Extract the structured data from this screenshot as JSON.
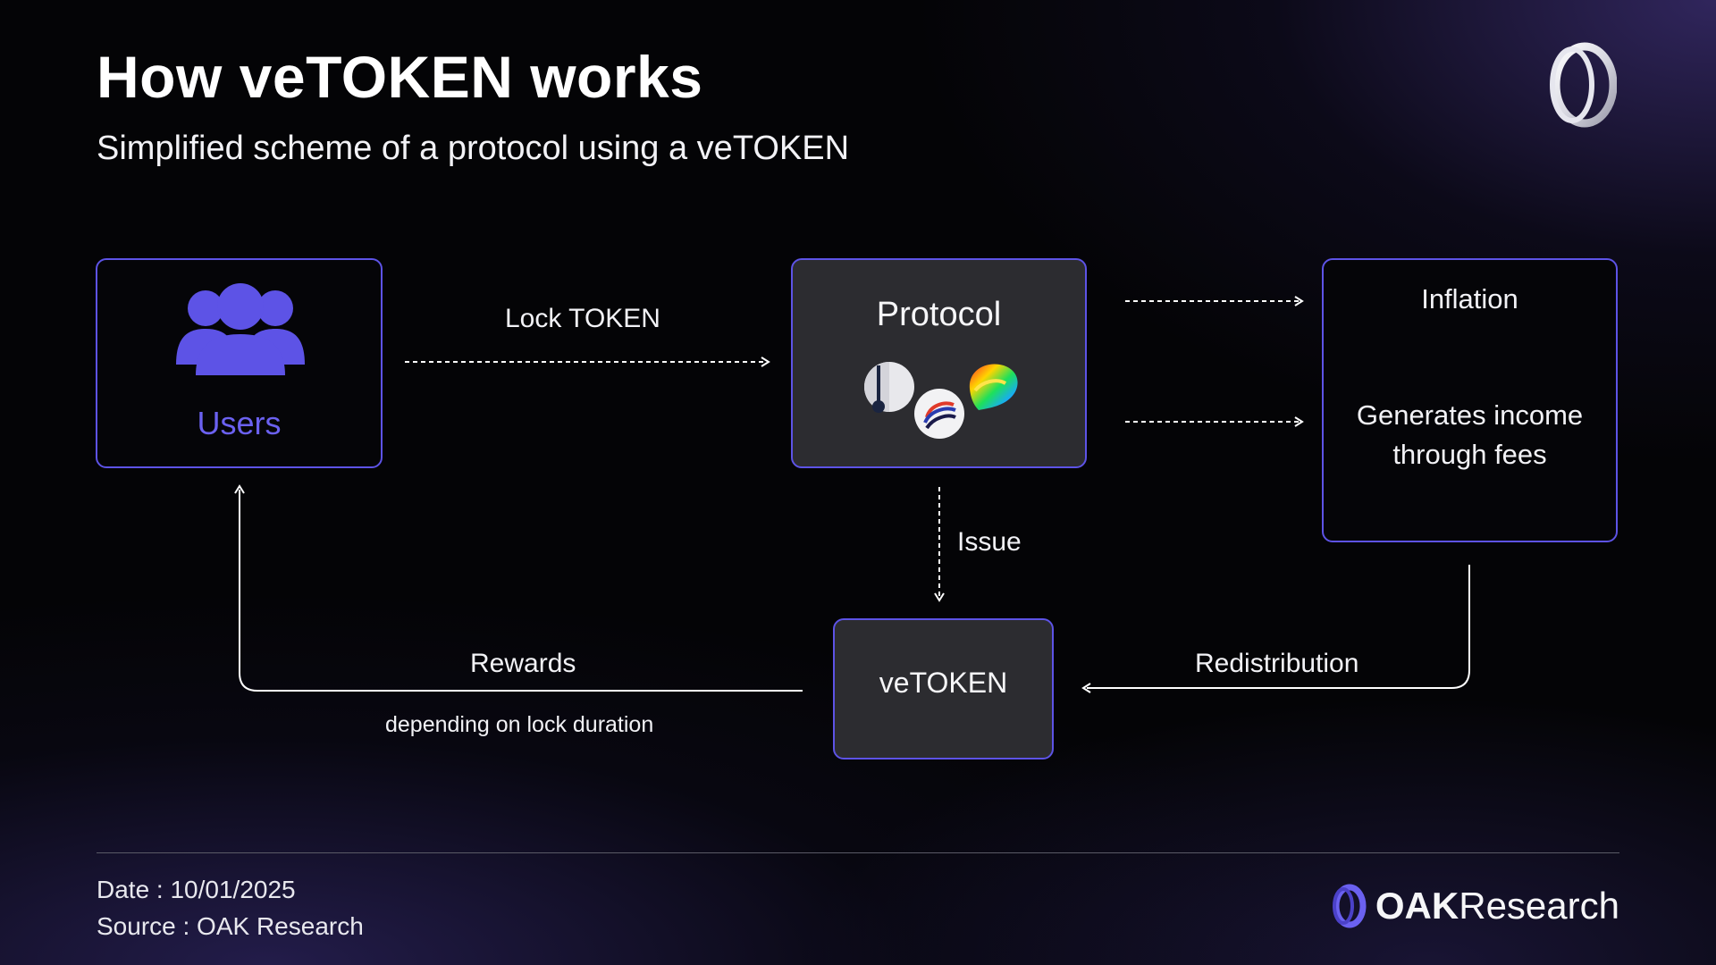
{
  "header": {
    "title": "How veTOKEN works",
    "subtitle": "Simplified scheme of a protocol using a veTOKEN"
  },
  "nodes": {
    "users": "Users",
    "protocol": "Protocol",
    "inflation": "Inflation",
    "income": "Generates income through fees",
    "vetoken": "veTOKEN"
  },
  "edges": {
    "lock": "Lock TOKEN",
    "issue": "Issue",
    "rewards": "Rewards",
    "rewards_note": "depending on lock duration",
    "redistribution": "Redistribution"
  },
  "footer": {
    "date": "Date : 10/01/2025",
    "source": "Source : OAK Research",
    "brand_bold": "OAK",
    "brand_light": "Research"
  },
  "colors": {
    "accent": "#5d53e6",
    "users_label": "#6b61f0",
    "node_fill": "#2c2c30"
  },
  "icons": {
    "users": "users-group-icon",
    "brand": "oak-ring-logo-icon"
  }
}
